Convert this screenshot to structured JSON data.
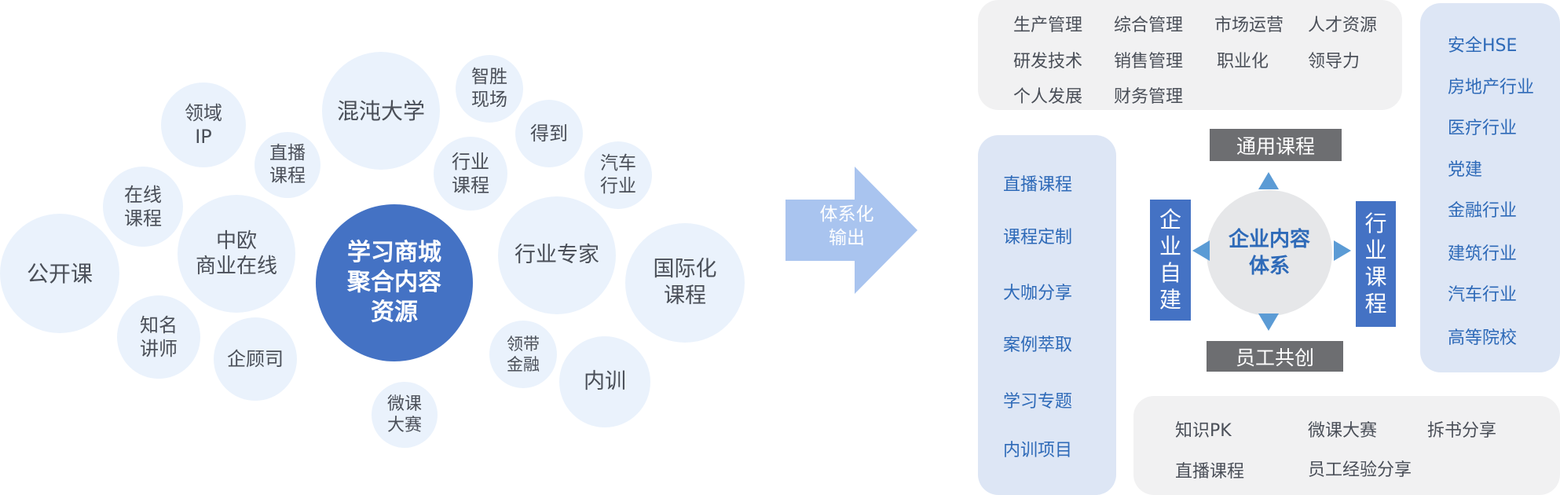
{
  "bubbles": {
    "gongkaike": "公开课",
    "zaixian": "在线\n课程",
    "lingyu": "领域\nIP",
    "zhibo": "直播\n课程",
    "zhongou": "中欧\n商业在线",
    "zhiming": "知名\n讲师",
    "qigusi": "企顾司",
    "hundun": "混沌大学",
    "center": "学习商城\n聚合内容\n资源",
    "weike": "微课\n大赛",
    "zhisheng": "智胜\n现场",
    "hangye_kecheng": "行业\n课程",
    "dedao": "得到",
    "qiche": "汽车\n行业",
    "hangye_zhuanjia": "行业专家",
    "guojihua": "国际化\n课程",
    "lingdai": "领带\n金融",
    "neixun": "内训"
  },
  "arrow_label": "体系化\n输出",
  "top_panel": {
    "items": [
      "生产管理",
      "综合管理",
      "市场运营",
      "人才资源",
      "研发技术",
      "销售管理",
      "职业化",
      "领导力",
      "个人发展",
      "财务管理"
    ]
  },
  "left_panel": {
    "items": [
      "直播课程",
      "课程定制",
      "大咖分享",
      "案例萃取",
      "学习专题",
      "内训项目"
    ]
  },
  "right_panel": {
    "items": [
      "安全HSE",
      "房地产行业",
      "医疗行业",
      "党建",
      "金融行业",
      "建筑行业",
      "汽车行业",
      "高等院校"
    ]
  },
  "bottom_panel": {
    "items": [
      "知识PK",
      "微课大赛",
      "拆书分享",
      "直播课程",
      "员工经验分享"
    ]
  },
  "hub": {
    "center": "企业内容\n体系",
    "top": "通用课程",
    "bottom": "员工共创",
    "left": "企\n业\n自\n建",
    "right": "行\n业\n课\n程"
  },
  "colors": {
    "bubble": "#eaf2fc",
    "center_bubble": "#4472c4",
    "arrow": "#a9c4ef",
    "panel_gray": "#f1f1f2",
    "panel_blue": "#dde6f5",
    "blue_text": "#2e6ab8",
    "gray_bar": "#6d6e71"
  }
}
